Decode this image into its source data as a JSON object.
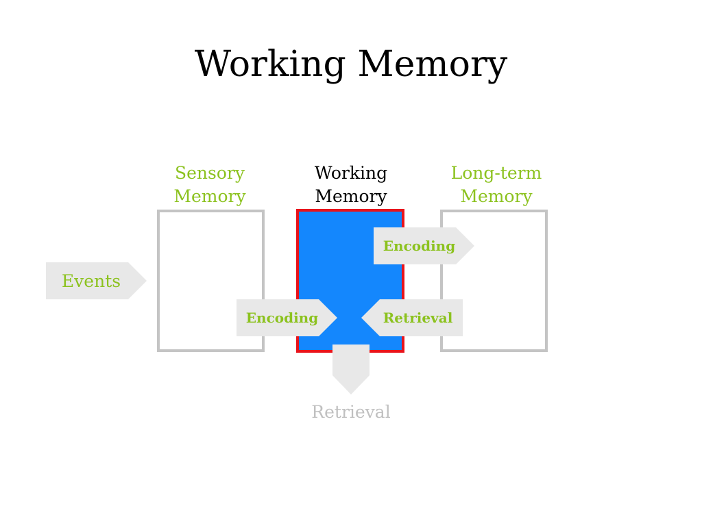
{
  "title": "Working Memory",
  "colors": {
    "green": "#8cc21f",
    "gray_stroke": "#c4c4c4",
    "arrow_fill": "#e8e8e8",
    "wm_fill": "#1487fd",
    "wm_stroke": "#e8141c",
    "bottom_text": "#c0c0c0"
  },
  "stores": {
    "sensory": {
      "line1": "Sensory",
      "line2": "Memory"
    },
    "working": {
      "line1": "Working",
      "line2": "Memory"
    },
    "longterm": {
      "line1": "Long-term",
      "line2": "Memory"
    }
  },
  "arrows": {
    "events": "Events",
    "encoding_to_wm": "Encoding",
    "encoding_to_ltm": "Encoding",
    "retrieval_from_ltm": "Retrieval",
    "retrieval_out": "Retrieval"
  }
}
